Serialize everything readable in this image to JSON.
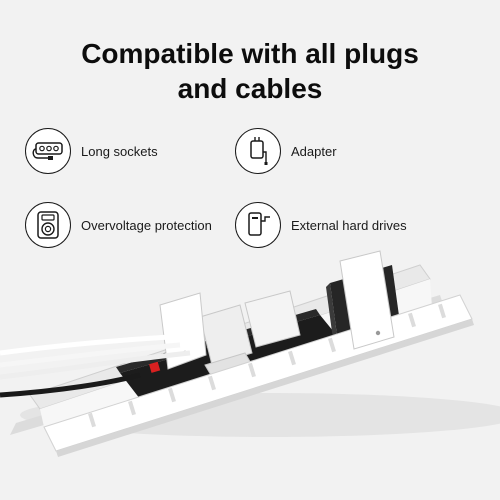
{
  "headline": {
    "line1": "Compatible with all plugs",
    "line2": "and cables"
  },
  "features": [
    {
      "label": "Long sockets",
      "icon": "power-strip-icon"
    },
    {
      "label": "Adapter",
      "icon": "adapter-icon"
    },
    {
      "label": "Overvoltage protection",
      "icon": "surge-protector-icon"
    },
    {
      "label": "External hard drives",
      "icon": "hard-drive-icon"
    }
  ],
  "colors": {
    "background": "#f2f2f2",
    "tray": "#ffffff",
    "power_strip": "#1c1c1c",
    "switch": "#d82020"
  }
}
